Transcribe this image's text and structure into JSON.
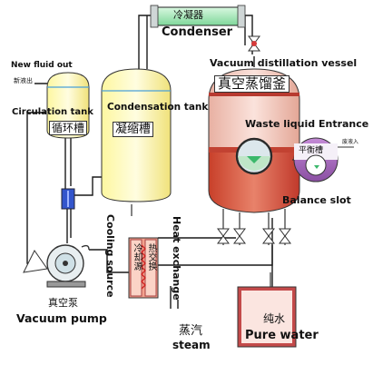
{
  "condenser": {
    "label_cn": "冷凝器",
    "label_en": "Condenser"
  },
  "vacuum_vessel": {
    "title_en": "Vacuum distillation vessel",
    "label_cn": "真空蒸馏釜",
    "waste_entrance_en": "Waste liquid Entrance"
  },
  "balance_slot": {
    "label_cn": "平衡槽",
    "inlet_cn": "废液入",
    "label_en": "Balance slot"
  },
  "circulation_tank": {
    "new_fluid_en": "New fluid out",
    "new_fluid_cn": "新液出",
    "label_en": "Circulation tank",
    "label_cn": "循环槽"
  },
  "condensation_tank": {
    "label_en": "Condensation tank",
    "label_cn": "凝缩槽"
  },
  "cooling_source": {
    "label_en": "Cooling source",
    "label_cn": "冷却源"
  },
  "heat_exchange": {
    "label_en": "Heat exchange",
    "label_cn": "热交换"
  },
  "vacuum_pump": {
    "label_cn": "真空泵",
    "label_en": "Vacuum pump"
  },
  "steam": {
    "label_cn": "蒸汽",
    "label_en": "steam"
  },
  "pure_water": {
    "label_cn": "纯水",
    "label_en": "Pure water"
  },
  "colors": {
    "pipe": "#1a1a1a",
    "tank_yellow": "#fbf6a6",
    "vessel_red": "#d7553c",
    "vessel_pink": "#f0c3b8",
    "condenser_green": "#9fe6b2",
    "pure_water_red": "#c44a4a",
    "valve_blue": "#3355cc",
    "heat_red": "#e84b3a"
  }
}
